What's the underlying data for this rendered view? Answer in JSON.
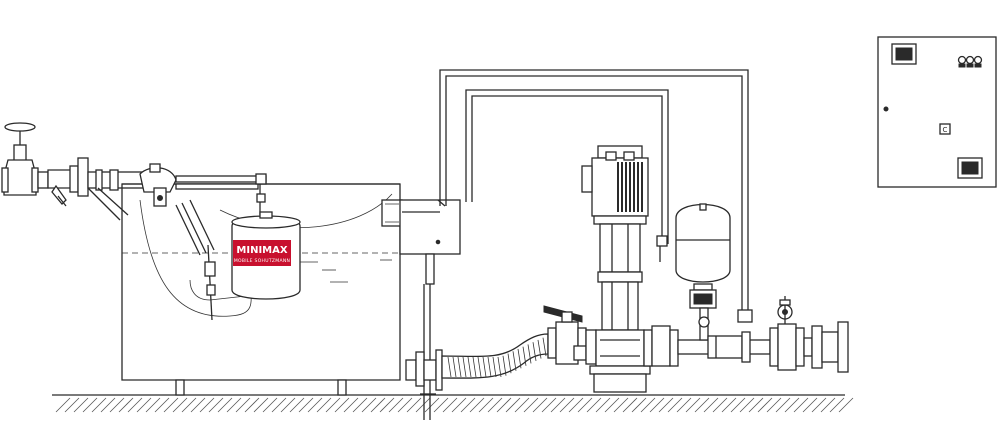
{
  "brand": {
    "name": "MINIMAX",
    "tagline": "MOBILE SOHUTZMANN",
    "color": "#c8102e",
    "text_color": "#ffffff"
  },
  "colors": {
    "line": "#2a2a2a",
    "background": "#ffffff",
    "ground_hatch": "#555555"
  },
  "components": [
    "gate-valve",
    "strainer",
    "float-valve",
    "break-tank",
    "vortex-plate",
    "flexible-hose",
    "vertical-multistage-pump",
    "pump-motor",
    "pressure-vessel",
    "pressure-gauge",
    "check-valve",
    "flanged-outlet",
    "control-cabinet"
  ]
}
